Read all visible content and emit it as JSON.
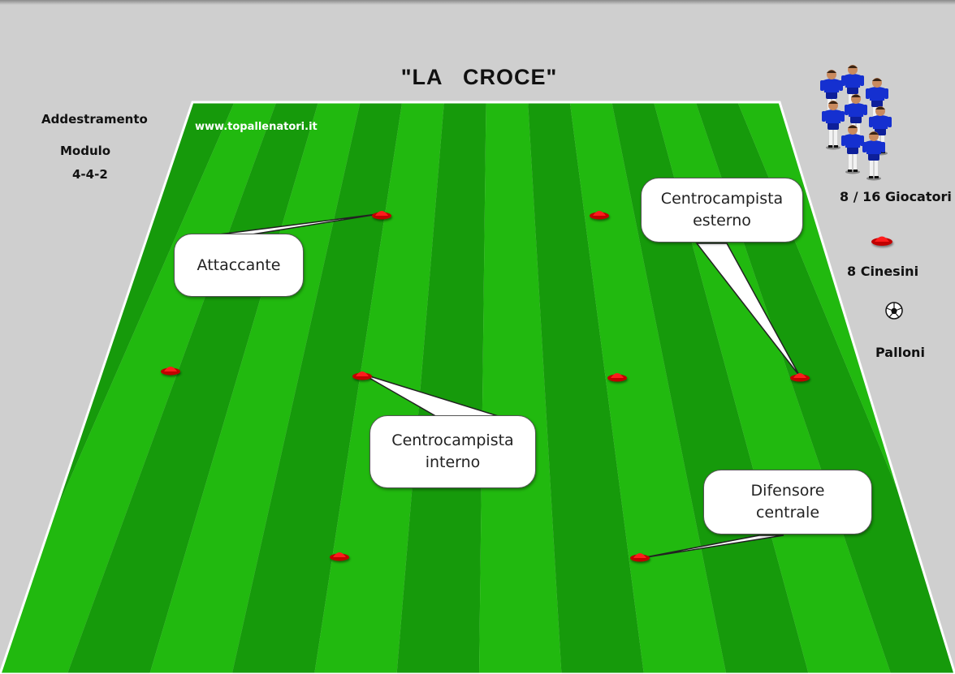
{
  "title": "\"LA   CROCE\"",
  "website": "www.topallenatori.it",
  "sidebar_left": {
    "training": "Addestramento",
    "module_label": "Modulo",
    "module_value": "4-4-2"
  },
  "sidebar_right": {
    "players": "8 / 16  Giocatori",
    "cones": "8 Cinesini",
    "balls": "Palloni",
    "icons": [
      "players-group-icon",
      "cone-icon",
      "ball-icon"
    ]
  },
  "callouts": {
    "attaccante": [
      "Attaccante"
    ],
    "cc_esterno": [
      "Centrocampista",
      "esterno"
    ],
    "cc_interno": [
      "Centrocampista",
      "interno"
    ],
    "difensore": [
      "Difensore",
      "centrale"
    ]
  },
  "colors": {
    "background": "#cfcfcf",
    "pitch_dark": "#169a0b",
    "pitch_light": "#21b90f",
    "cone": "#e01010",
    "player_shirt": "#1530d0"
  }
}
